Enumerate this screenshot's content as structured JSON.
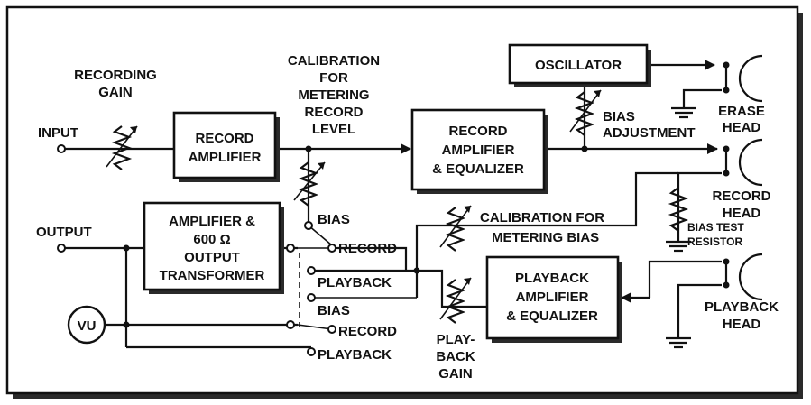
{
  "labels": {
    "input": "INPUT",
    "output": "OUTPUT",
    "recording_gain_1": "RECORDING",
    "recording_gain_2": "GAIN",
    "calibration_metering_1": "CALIBRATION",
    "calibration_metering_2": "FOR",
    "calibration_metering_3": "METERING",
    "calibration_metering_4": "RECORD",
    "calibration_metering_5": "LEVEL",
    "bias_adjustment_1": "BIAS",
    "bias_adjustment_2": "ADJUSTMENT",
    "erase_head_1": "ERASE",
    "erase_head_2": "HEAD",
    "record_head_1": "RECORD",
    "record_head_2": "HEAD",
    "bias_test_resistor_1": "BIAS TEST",
    "bias_test_resistor_2": "RESISTOR",
    "playback_head_1": "PLAYBACK",
    "playback_head_2": "HEAD",
    "calibration_bias_1": "CALIBRATION FOR",
    "calibration_bias_2": "METERING BIAS",
    "playback_gain_1": "PLAY-",
    "playback_gain_2": "BACK",
    "playback_gain_3": "GAIN",
    "switch1_bias": "BIAS",
    "switch1_record": "RECORD",
    "switch1_playback": "PLAYBACK",
    "switch2_bias": "BIAS",
    "switch2_record": "RECORD",
    "switch2_playback": "PLAYBACK",
    "vu": "VU"
  },
  "blocks": {
    "record_amplifier": [
      "RECORD",
      "AMPLIFIER"
    ],
    "record_amp_eq": [
      "RECORD",
      "AMPLIFIER",
      "& EQUALIZER"
    ],
    "oscillator": [
      "OSCILLATOR"
    ],
    "output_amp": [
      "AMPLIFIER &",
      "600 Ω",
      "OUTPUT",
      "TRANSFORMER"
    ],
    "playback_amp_eq": [
      "PLAYBACK",
      "AMPLIFIER",
      "& EQUALIZER"
    ]
  }
}
